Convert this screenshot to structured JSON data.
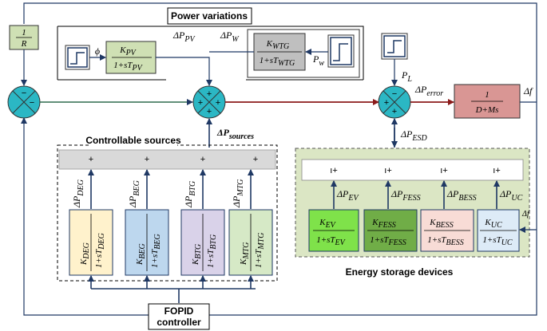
{
  "titles": {
    "power_variations": "Power variations",
    "controllable_sources": "Controllable sources",
    "energy_storage": "Energy storage devices",
    "fopid_line1": "FOPID",
    "fopid_line2": "controller"
  },
  "blocks": {
    "droop": {
      "num": "1",
      "den": "R"
    },
    "pv": {
      "num": "K",
      "num_sub": "PV",
      "den": "1+sT",
      "den_sub": "PV"
    },
    "wtg": {
      "num": "K",
      "num_sub": "WTG",
      "den": "1+sT",
      "den_sub": "WTG"
    },
    "plant": {
      "num": "1",
      "den": "D+Ms"
    },
    "deg": {
      "num": "K",
      "num_sub": "DEG",
      "den": "1+sT",
      "den_sub": "DEG"
    },
    "beg": {
      "num": "K",
      "num_sub": "BEG",
      "den": "1+sT",
      "den_sub": "BEG"
    },
    "btg": {
      "num": "K",
      "num_sub": "BTG",
      "den": "1+sT",
      "den_sub": "BTG"
    },
    "mtg": {
      "num": "K",
      "num_sub": "MTG",
      "den": "1+sT",
      "den_sub": "MTG"
    },
    "ev": {
      "num": "K",
      "num_sub": "EV",
      "den": "1+sT",
      "den_sub": "EV"
    },
    "fess": {
      "num": "K",
      "num_sub": "FESS",
      "den": "1+sT",
      "den_sub": "FESS"
    },
    "bess": {
      "num": "K",
      "num_sub": "BESS",
      "den": "1+sT",
      "den_sub": "BESS"
    },
    "uc": {
      "num": "K",
      "num_sub": "UC",
      "den": "1+sT",
      "den_sub": "UC"
    }
  },
  "signals": {
    "phi": "ϕ",
    "pw": "P",
    "pw_sub": "w",
    "dp_pv": "ΔP",
    "dp_pv_sub": "PV",
    "dp_w": "ΔP",
    "dp_w_sub": "W",
    "pl": "P",
    "pl_sub": "L",
    "dp_error": "ΔP",
    "dp_error_sub": "error",
    "delta_f": "Δf",
    "delta_f_small": "Δf",
    "dp_sources": "ΔP",
    "dp_sources_sub": "sources",
    "dp_esd": "ΔP",
    "dp_esd_sub": "ESD",
    "dp_deg": "ΔP",
    "dp_deg_sub": "DEG",
    "dp_beg": "ΔP",
    "dp_beg_sub": "BEG",
    "dp_btg": "ΔP",
    "dp_btg_sub": "BTG",
    "dp_mtg": "ΔP",
    "dp_mtg_sub": "MTG",
    "dp_ev": "ΔP",
    "dp_ev_sub": "EV",
    "dp_fess": "ΔP",
    "dp_fess_sub": "FESS",
    "dp_bess": "ΔP",
    "dp_bess_sub": "BESS",
    "dp_uc": "ΔP",
    "dp_uc_sub": "UC"
  },
  "signs": {
    "plus": "+",
    "minus": "−"
  },
  "colors": {
    "sum_fill": "#2bb7c4",
    "droop_fill": "#cfe0b4",
    "pv_fill": "#cfe0b4",
    "wtg_fill": "#bfbfbf",
    "plant_fill": "#d99694",
    "deg_fill": "#fff2cc",
    "beg_fill": "#bdd7ee",
    "btg_fill": "#d9d2e9",
    "mtg_fill": "#d6e9c6",
    "ev_fill": "#7fe24a",
    "fess_fill": "#70ad47",
    "bess_fill": "#f8dcd6",
    "uc_fill": "#ddebf7",
    "esd_panel": "#dbe6c4",
    "bus_bar": "#d9d9d9",
    "wire": "#1f3864",
    "wire_red": "#8b1a1a"
  }
}
